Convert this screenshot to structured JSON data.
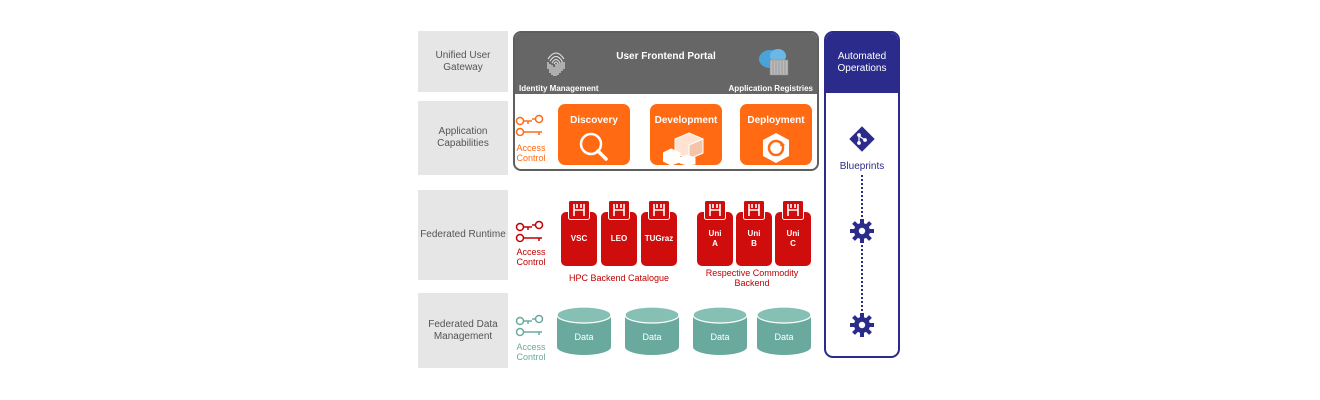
{
  "row_labels": {
    "gateway": "Unified User Gateway",
    "capabilities": "Application Capabilities",
    "runtime": "Federated Runtime",
    "data": "Federated Data Management"
  },
  "portal": {
    "title": "User Frontend Portal",
    "identity": "Identity Management",
    "registries": "Application Registries"
  },
  "capabilities": [
    "Discovery",
    "Development",
    "Deployment"
  ],
  "access_control": {
    "line1": "Access",
    "line2": "Control"
  },
  "hpc_backends": [
    "VSC",
    "LEO",
    "TUGraz"
  ],
  "commodity_backends": [
    {
      "line1": "Uni",
      "line2": "A"
    },
    {
      "line1": "Uni",
      "line2": "B"
    },
    {
      "line1": "Uni",
      "line2": "C"
    }
  ],
  "hpc_caption": "HPC Backend Catalogue",
  "commodity_caption": {
    "line1": "Respective Commodity",
    "line2": "Backend"
  },
  "data_stores": [
    "Data",
    "Data",
    "Data",
    "Data"
  ],
  "ops": {
    "title": "Automated Operations",
    "blueprints": "Blueprints"
  },
  "colors": {
    "orange": "#ff6a13",
    "red": "#d00d0d",
    "teal": "#6aaa9e",
    "navy": "#2b2b8c",
    "gray": "#666666"
  }
}
